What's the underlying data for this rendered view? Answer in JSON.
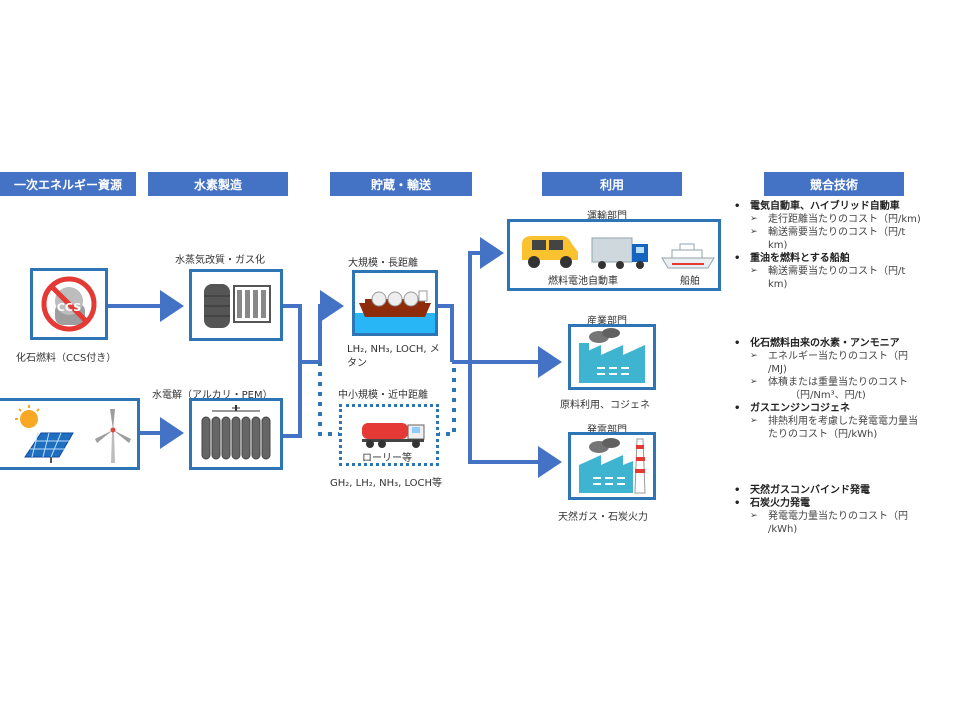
{
  "headers": {
    "primary": "一次エネルギー資源",
    "production": "水素製造",
    "storage": "貯蔵・輸送",
    "use": "利用",
    "competing": "競合技術"
  },
  "sources": {
    "fossil_label": "化石燃料（CCS付き）",
    "ccs_text": "CCS"
  },
  "production": {
    "reforming_label": "水蒸気改質・ガス化",
    "electrolysis_label": "水電解（アルカリ・PEM）"
  },
  "storage": {
    "large_label": "大規模・長距離",
    "large_carriers": "LH₂, NH₃, LOCH, メタン",
    "small_label": "中小規模・近中距離",
    "lorry_label": "ローリー等",
    "small_carriers": "GH₂, LH₂, NH₃, LOCH等"
  },
  "use": {
    "transport_label": "運輸部門",
    "fcv_label": "燃料電池自動車",
    "ship_label": "船舶",
    "industry_label": "産業部門",
    "industry_sub": "原料利用、コジェネ",
    "power_label": "発電部門",
    "power_sub": "天然ガス・石炭火力"
  },
  "competing": {
    "g1": {
      "items": [
        "電気自動車、ハイブリッド自動車"
      ],
      "subs": [
        "走行距離当たりのコスト（円/km)",
        "輸送需要当たりのコスト（円/t",
        "km)"
      ]
    },
    "g1b": {
      "items": [
        "重油を燃料とする船舶"
      ],
      "subs": [
        "輸送需要当たりのコスト（円/t",
        "km)"
      ]
    },
    "g2": {
      "items": [
        "化石燃料由来の水素・アンモニア"
      ],
      "subs": [
        "エネルギー当たりのコスト（円",
        "/MJ)",
        "体積または重量当たりのコスト",
        "（円/Nm³、円/t)"
      ]
    },
    "g3": {
      "items": [
        "ガスエンジンコジェネ"
      ],
      "subs": [
        "排熱利用を考慮した発電電力量当",
        "たりのコスト（円/kWh)"
      ]
    },
    "g4": {
      "items": [
        "天然ガスコンバインド発電",
        "石炭火力発電"
      ],
      "subs": [
        "発電電力量当たりのコスト（円",
        "/kWh)"
      ]
    }
  },
  "colors": {
    "header": "#4472c4",
    "arrow": "#4472c4",
    "box_border": "#2e75b6",
    "factory": "#3fb4d0"
  }
}
